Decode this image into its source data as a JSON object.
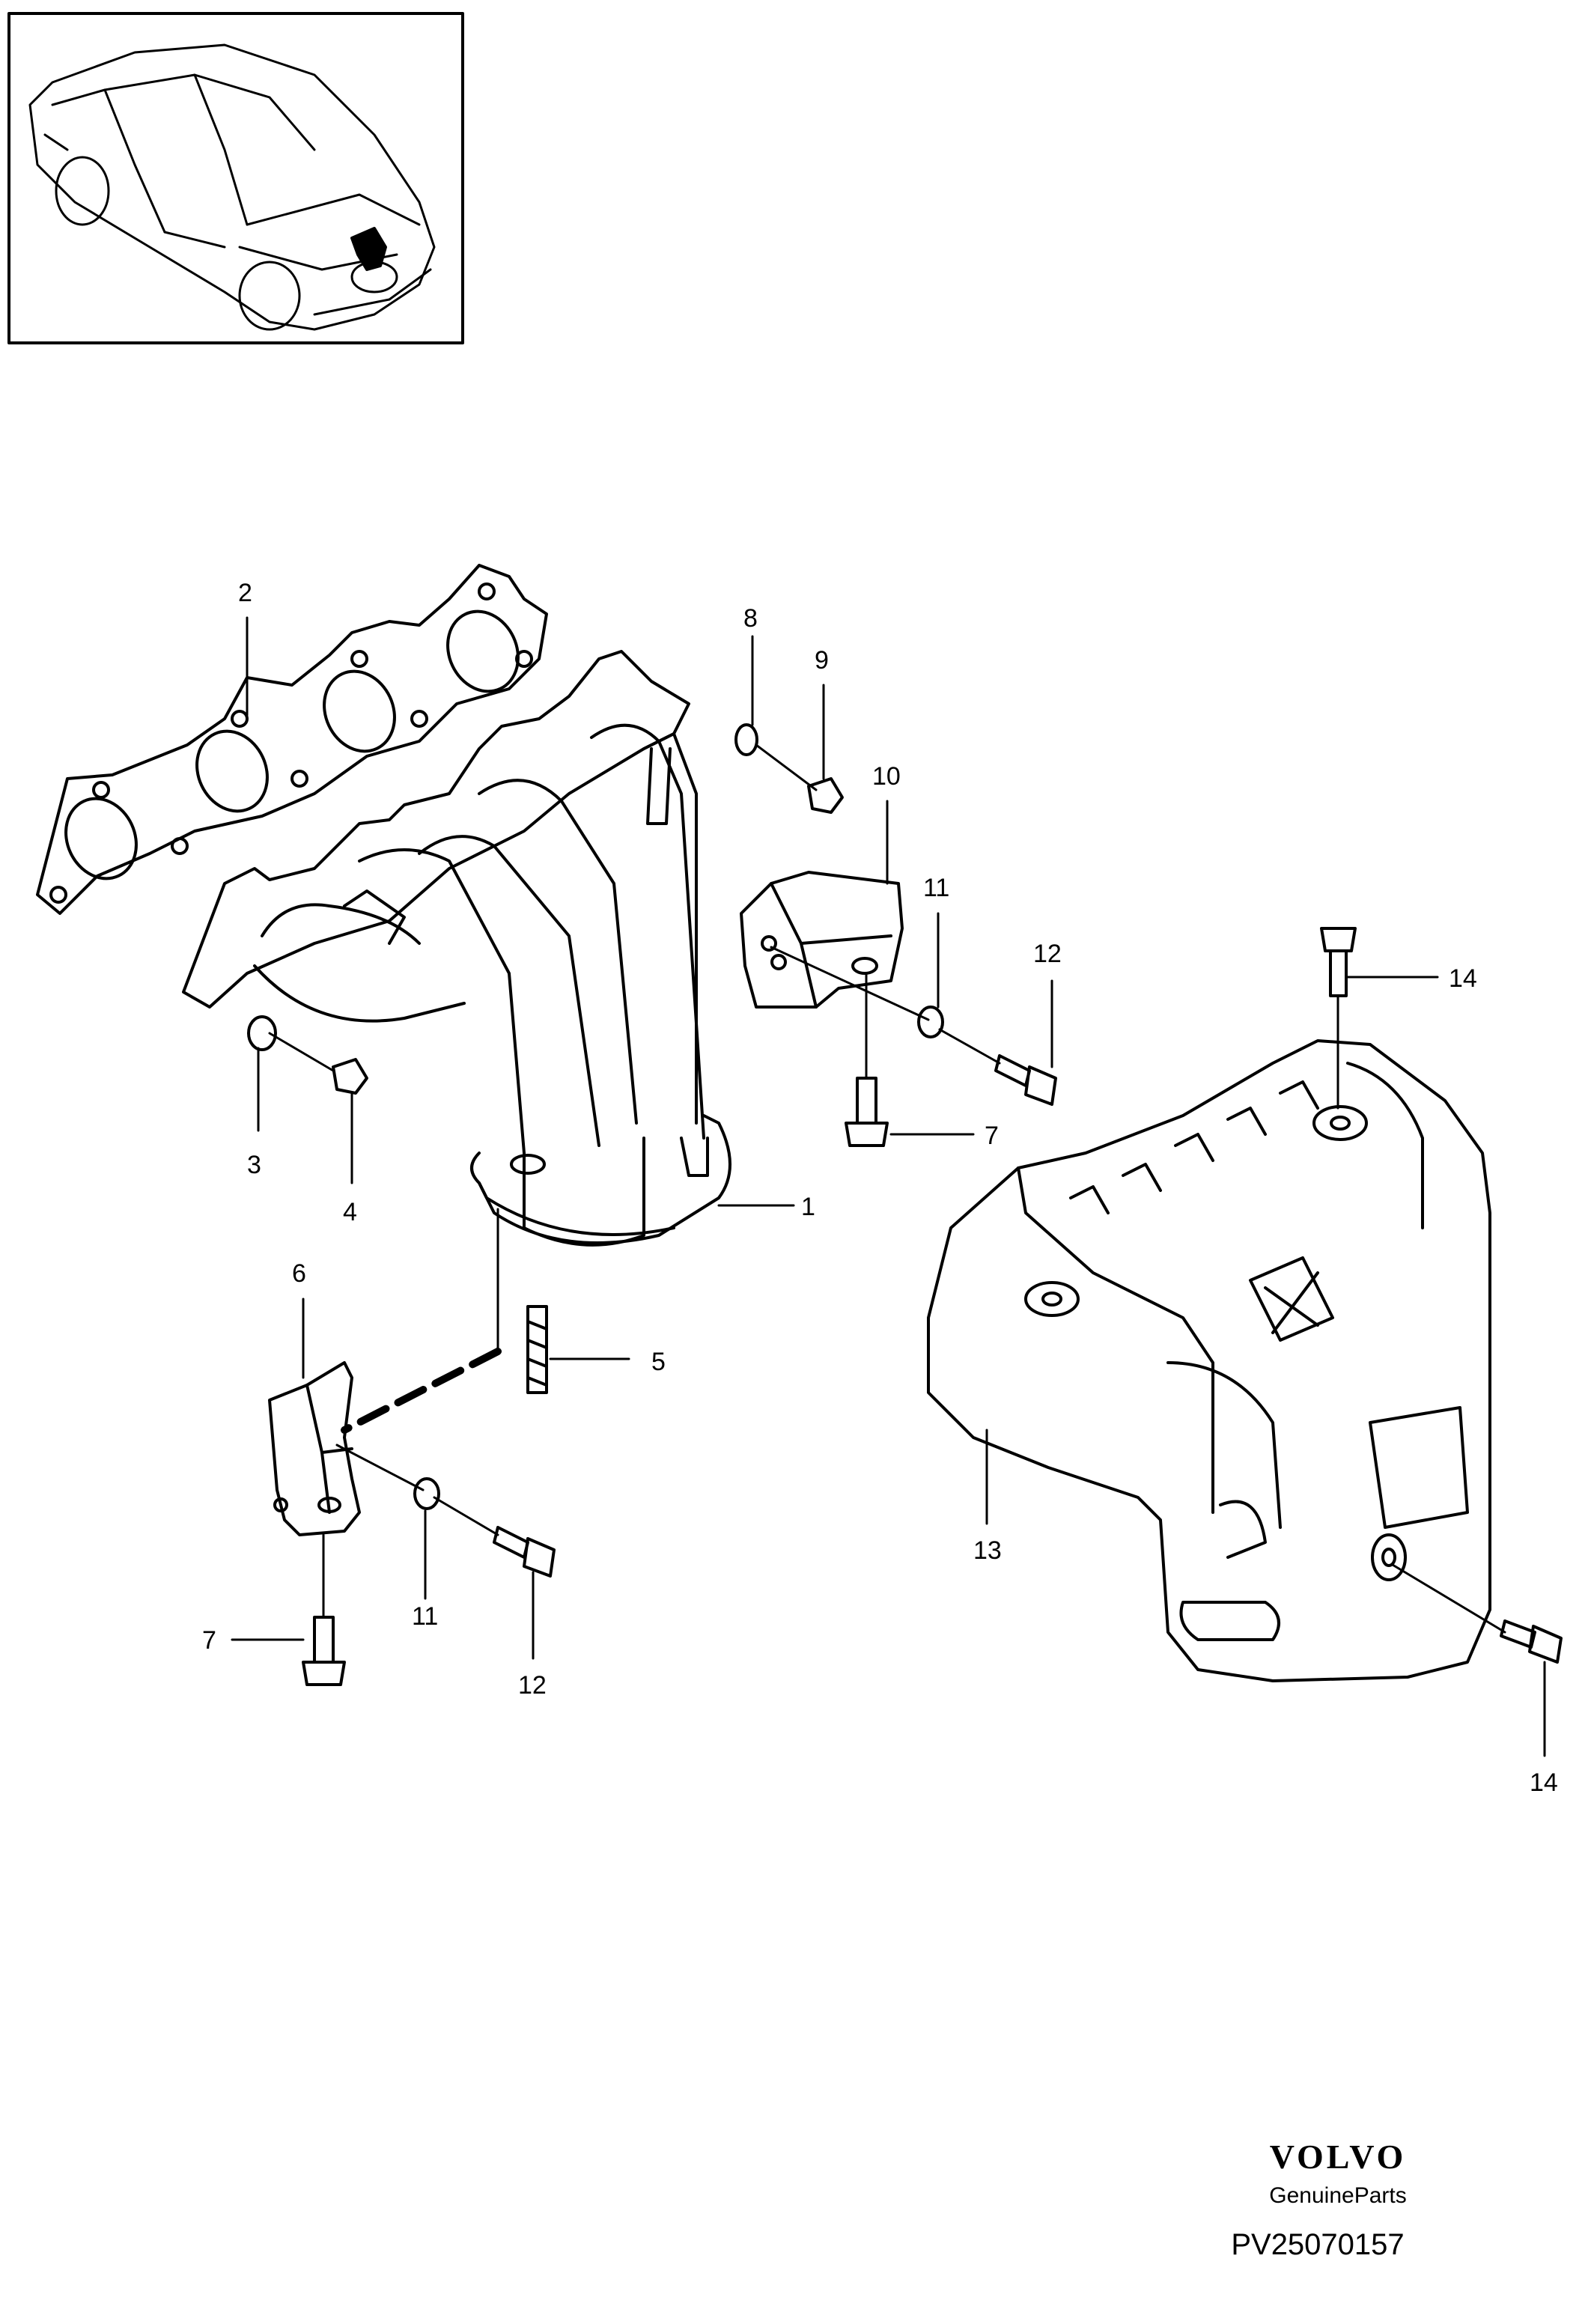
{
  "diagram": {
    "callouts": [
      {
        "id": "1",
        "text": "1"
      },
      {
        "id": "2",
        "text": "2"
      },
      {
        "id": "3",
        "text": "3"
      },
      {
        "id": "4",
        "text": "4"
      },
      {
        "id": "5",
        "text": "5"
      },
      {
        "id": "6",
        "text": "6"
      },
      {
        "id": "7a",
        "text": "7"
      },
      {
        "id": "7b",
        "text": "7"
      },
      {
        "id": "8",
        "text": "8"
      },
      {
        "id": "9",
        "text": "9"
      },
      {
        "id": "10",
        "text": "10"
      },
      {
        "id": "11a",
        "text": "11"
      },
      {
        "id": "11b",
        "text": "11"
      },
      {
        "id": "12a",
        "text": "12"
      },
      {
        "id": "12b",
        "text": "12"
      },
      {
        "id": "13",
        "text": "13"
      },
      {
        "id": "14a",
        "text": "14"
      },
      {
        "id": "14b",
        "text": "14"
      }
    ]
  },
  "footer": {
    "brand": "VOLVO",
    "brand_sub": "GenuineParts",
    "drawing_number": "PV25070157"
  }
}
